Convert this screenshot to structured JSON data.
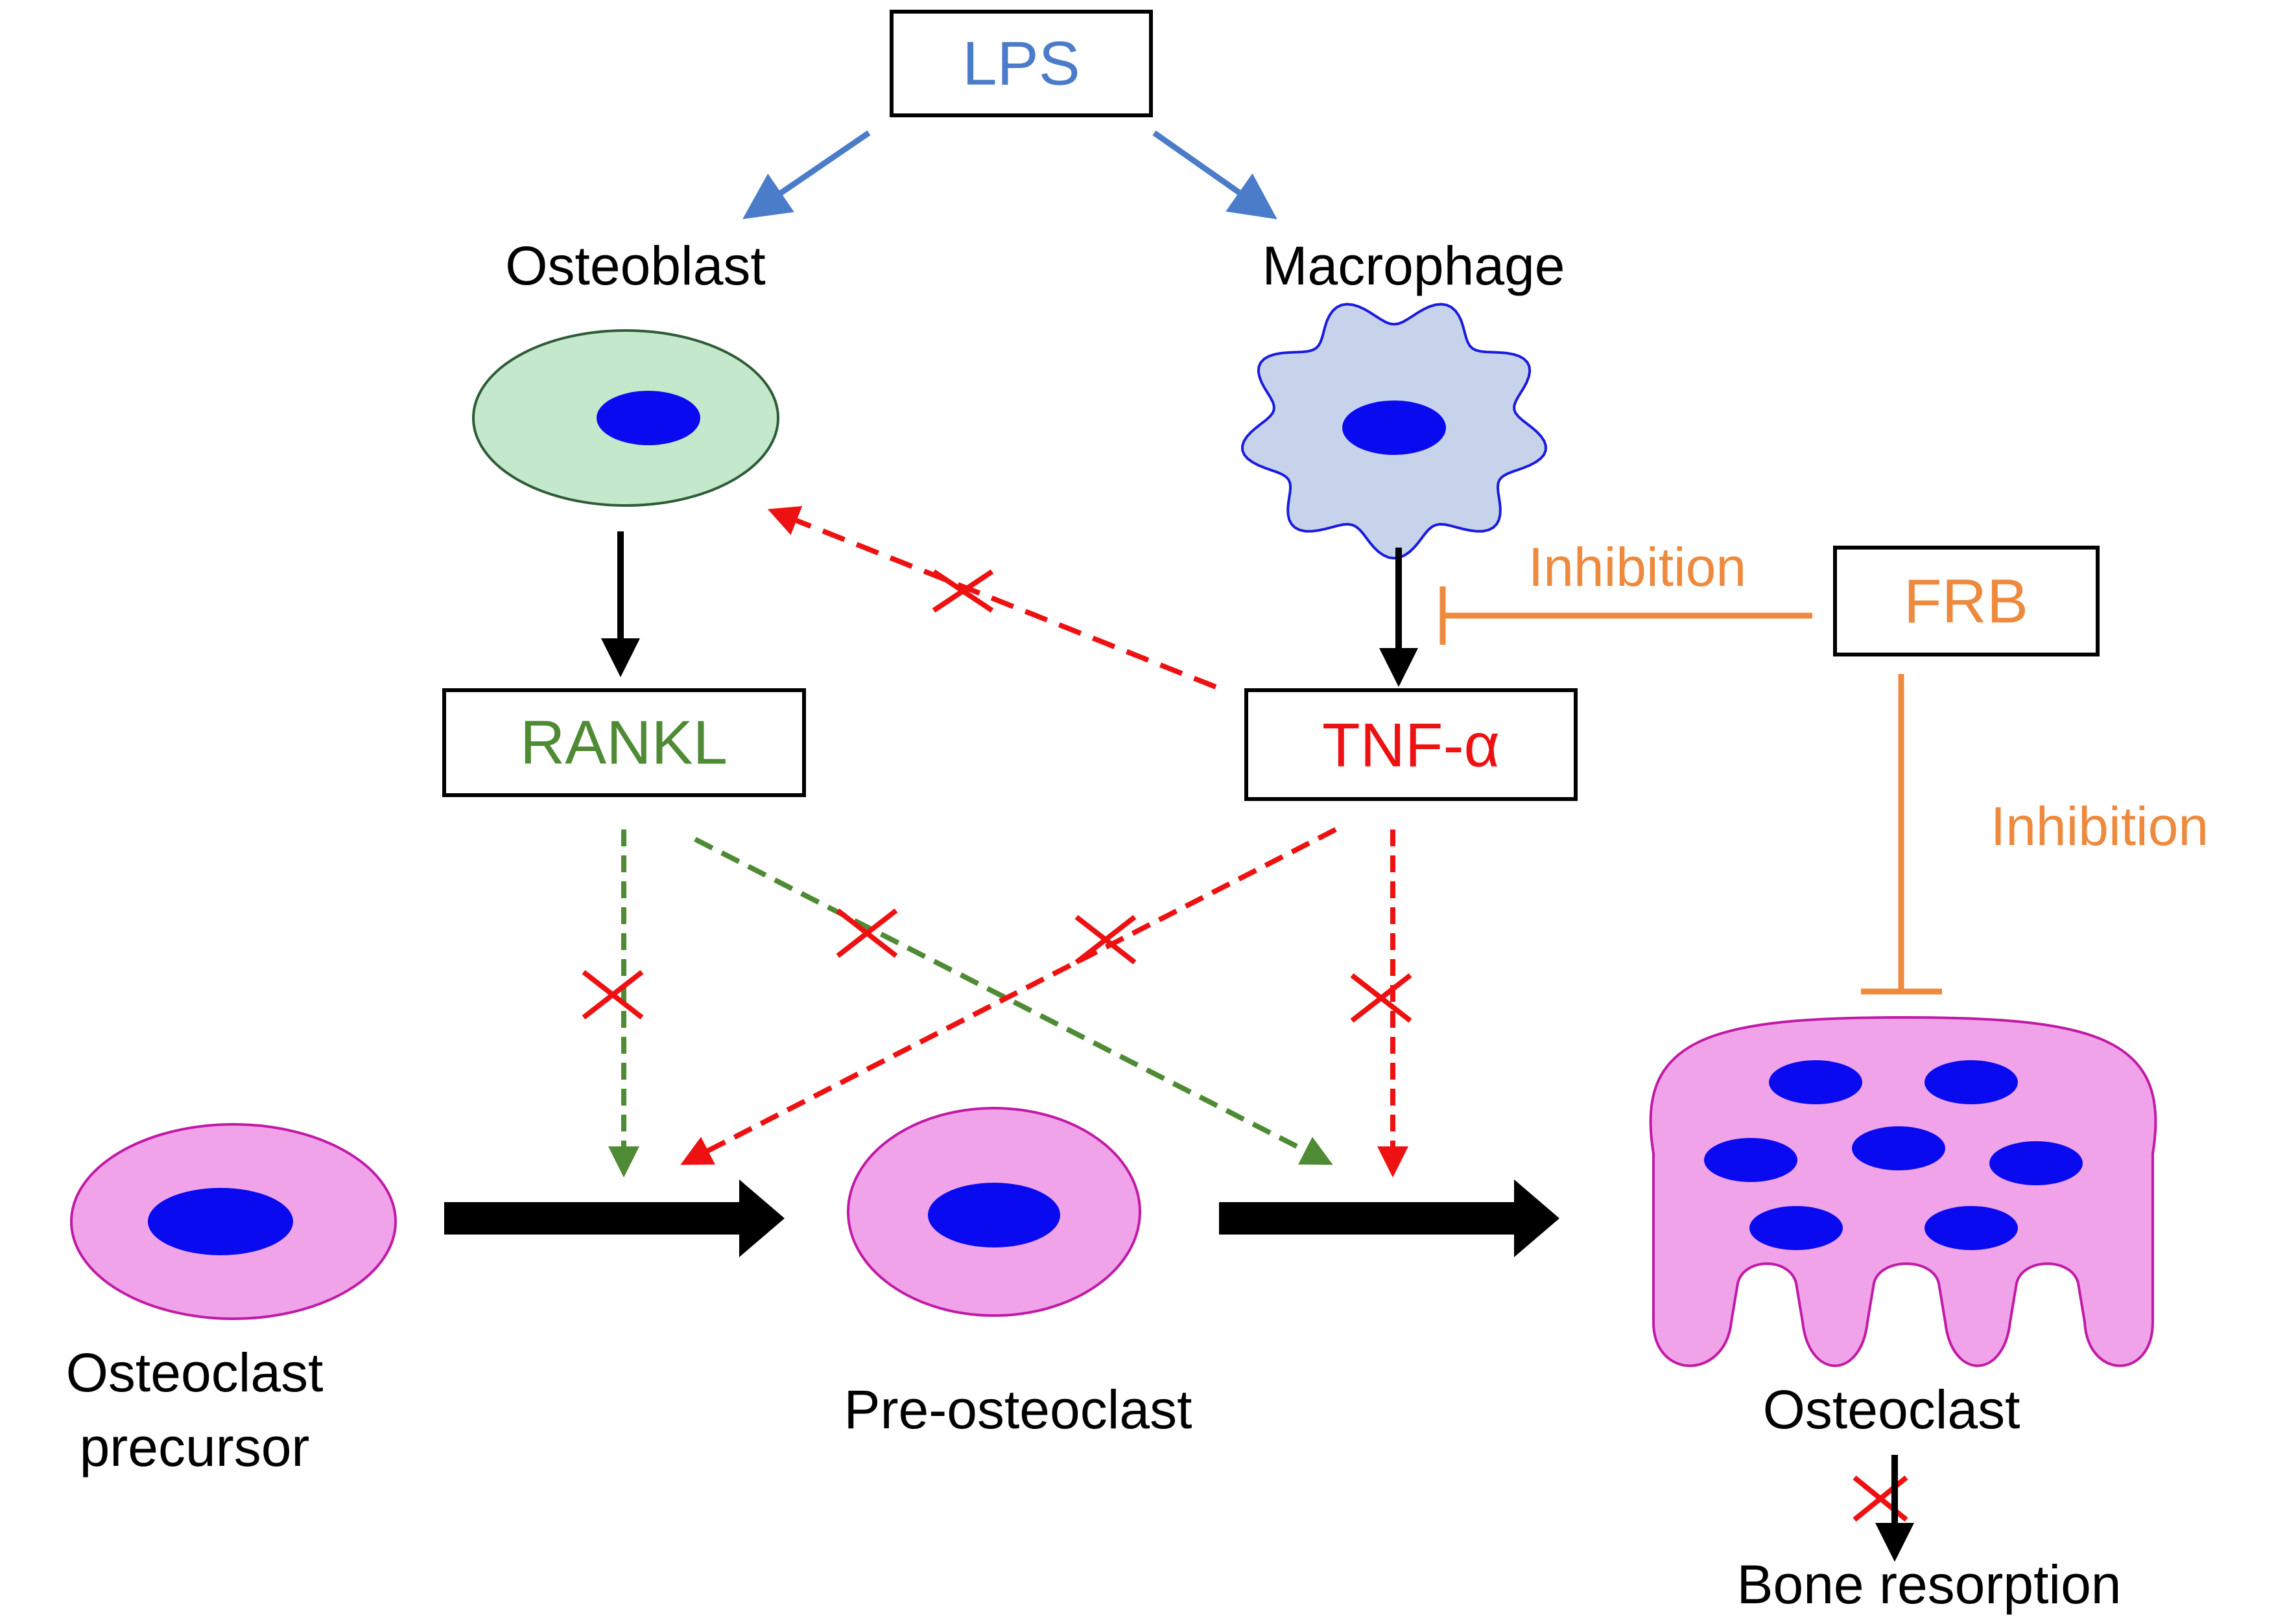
{
  "nodes": {
    "lps": "LPS",
    "osteoblast": "Osteoblast",
    "macrophage": "Macrophage",
    "rankl": "RANKL",
    "tnf": "TNF-α",
    "frb": "FRB",
    "precursor_line1": "Osteoclast",
    "precursor_line2": "precursor",
    "pre_osteoclast": "Pre-osteoclast",
    "osteoclast": "Osteoclast",
    "bone_resorption": "Bone resorption"
  },
  "edges": {
    "inhibition_tnf": "Inhibition",
    "inhibition_osteoclast": "Inhibition"
  },
  "colors": {
    "lps": "#4a7cc9",
    "rankl": "#4f8a34",
    "tnf": "#ee1111",
    "frb": "#ee8a3e",
    "osteoblast_fill": "#c4e8cc",
    "macrophage_fill": "#c6d3eb",
    "osteoclast_fill": "#f0a3e8",
    "nucleus": "#0a0af0"
  }
}
